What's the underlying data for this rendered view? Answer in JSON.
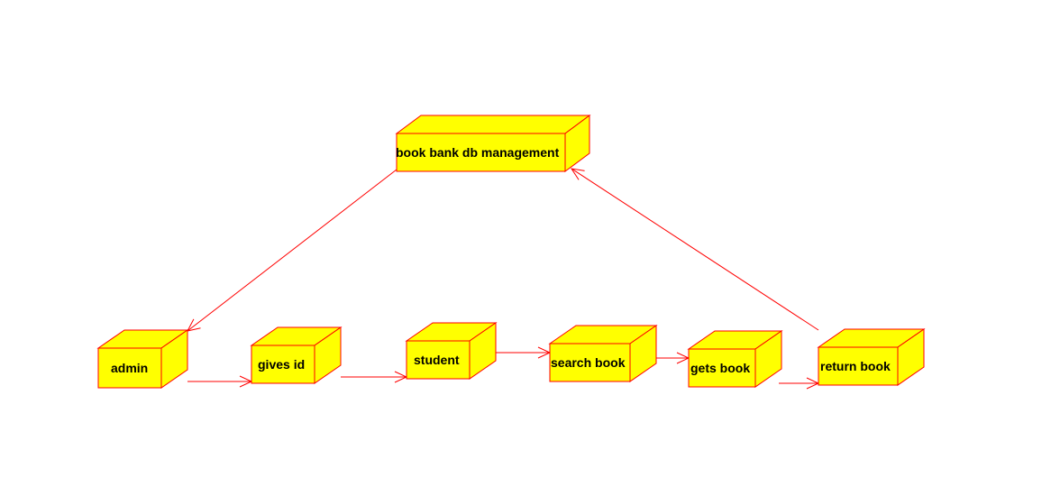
{
  "diagram": {
    "type": "uml-deployment",
    "colors": {
      "node_fill": "#ffff00",
      "node_stroke": "#ff0000",
      "edge": "#ff0000",
      "label": "#000000"
    },
    "nodes": [
      {
        "id": "db",
        "label": "book bank db management"
      },
      {
        "id": "admin",
        "label": "admin"
      },
      {
        "id": "gives_id",
        "label": "gives id"
      },
      {
        "id": "student",
        "label": "student"
      },
      {
        "id": "search_book",
        "label": "search book"
      },
      {
        "id": "gets_book",
        "label": "gets book"
      },
      {
        "id": "return_book",
        "label": "return book"
      }
    ],
    "edges": [
      {
        "from": "db",
        "to": "admin"
      },
      {
        "from": "admin",
        "to": "gives_id"
      },
      {
        "from": "gives_id",
        "to": "student"
      },
      {
        "from": "student",
        "to": "search_book"
      },
      {
        "from": "search_book",
        "to": "gets_book"
      },
      {
        "from": "gets_book",
        "to": "return_book"
      },
      {
        "from": "return_book",
        "to": "db"
      }
    ]
  }
}
